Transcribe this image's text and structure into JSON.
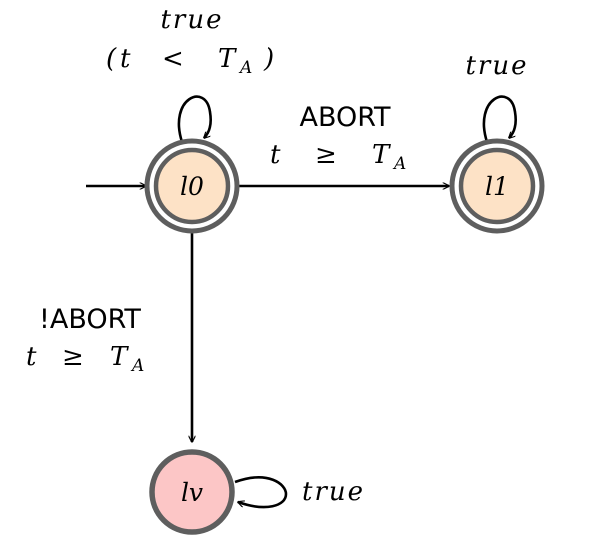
{
  "states": {
    "l0": {
      "name": "l0",
      "fill": "#fde2c6",
      "accepting": true
    },
    "l1": {
      "name": "l1",
      "fill": "#fde2c6",
      "accepting": true
    },
    "lv": {
      "name": "lv",
      "fill": "#fcc6c6",
      "accepting": false
    }
  },
  "loops": {
    "l0": {
      "guard": "true",
      "invariant_open": "(",
      "invariant_var": "t",
      "invariant_op": "<",
      "invariant_bound": "T",
      "invariant_sub": "A",
      "invariant_close": ")"
    },
    "l1": {
      "guard": "true"
    },
    "lv": {
      "guard": "true"
    }
  },
  "transitions": {
    "l0_to_l1": {
      "action": "ABORT",
      "var": "t",
      "op": "≥",
      "bound": "T",
      "sub": "A"
    },
    "l0_to_lv": {
      "action": "!ABORT",
      "var": "t",
      "op": "≥",
      "bound": "T",
      "sub": "A"
    }
  },
  "colors": {
    "state_border": "#5e5e5e",
    "edge": "#000000",
    "text": "#000000"
  }
}
